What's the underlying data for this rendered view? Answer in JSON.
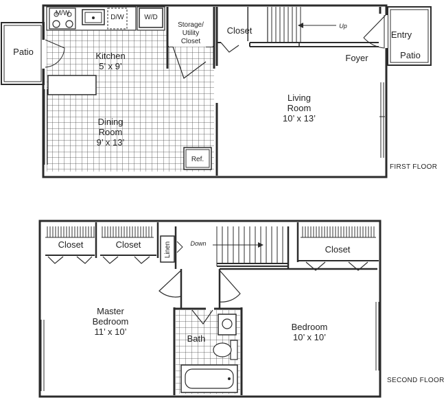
{
  "first_floor": {
    "floor_label": "FIRST FLOOR",
    "rooms": {
      "kitchen": {
        "name": "Kitchen",
        "size": "5’ x 9’"
      },
      "dining": {
        "name_line1": "Dining",
        "name_line2": "Room",
        "size": "9’ x 13’"
      },
      "living": {
        "name_line1": "Living",
        "name_line2": "Room",
        "size": "10’ x 13’"
      },
      "storage": {
        "line1": "Storage/",
        "line2": "Utility",
        "line3": "Closet"
      },
      "closet": {
        "name": "Closet"
      },
      "foyer": {
        "name": "Foyer"
      },
      "entry": {
        "name": "Entry"
      },
      "patio_left": {
        "name": "Patio"
      },
      "patio_right": {
        "name": "Patio"
      }
    },
    "appliances": {
      "mw": "M/W",
      "dw": "D/W",
      "wd": "W/D",
      "ref": "Ref."
    },
    "stairs_label": "Up"
  },
  "second_floor": {
    "floor_label": "SECOND FLOOR",
    "rooms": {
      "closet1": {
        "name": "Closet"
      },
      "closet2": {
        "name": "Closet"
      },
      "closet3": {
        "name": "Closet"
      },
      "linen": {
        "name": "Linen"
      },
      "master": {
        "name_line1": "Master",
        "name_line2": "Bedroom",
        "size": "11’ x 10’"
      },
      "bedroom": {
        "name": "Bedroom",
        "size": "10’ x 10’"
      },
      "bath": {
        "name": "Bath"
      }
    },
    "stairs_label": "Down"
  },
  "colors": {
    "wall": "#2b2b2b",
    "text": "#222222",
    "background": "#ffffff"
  }
}
